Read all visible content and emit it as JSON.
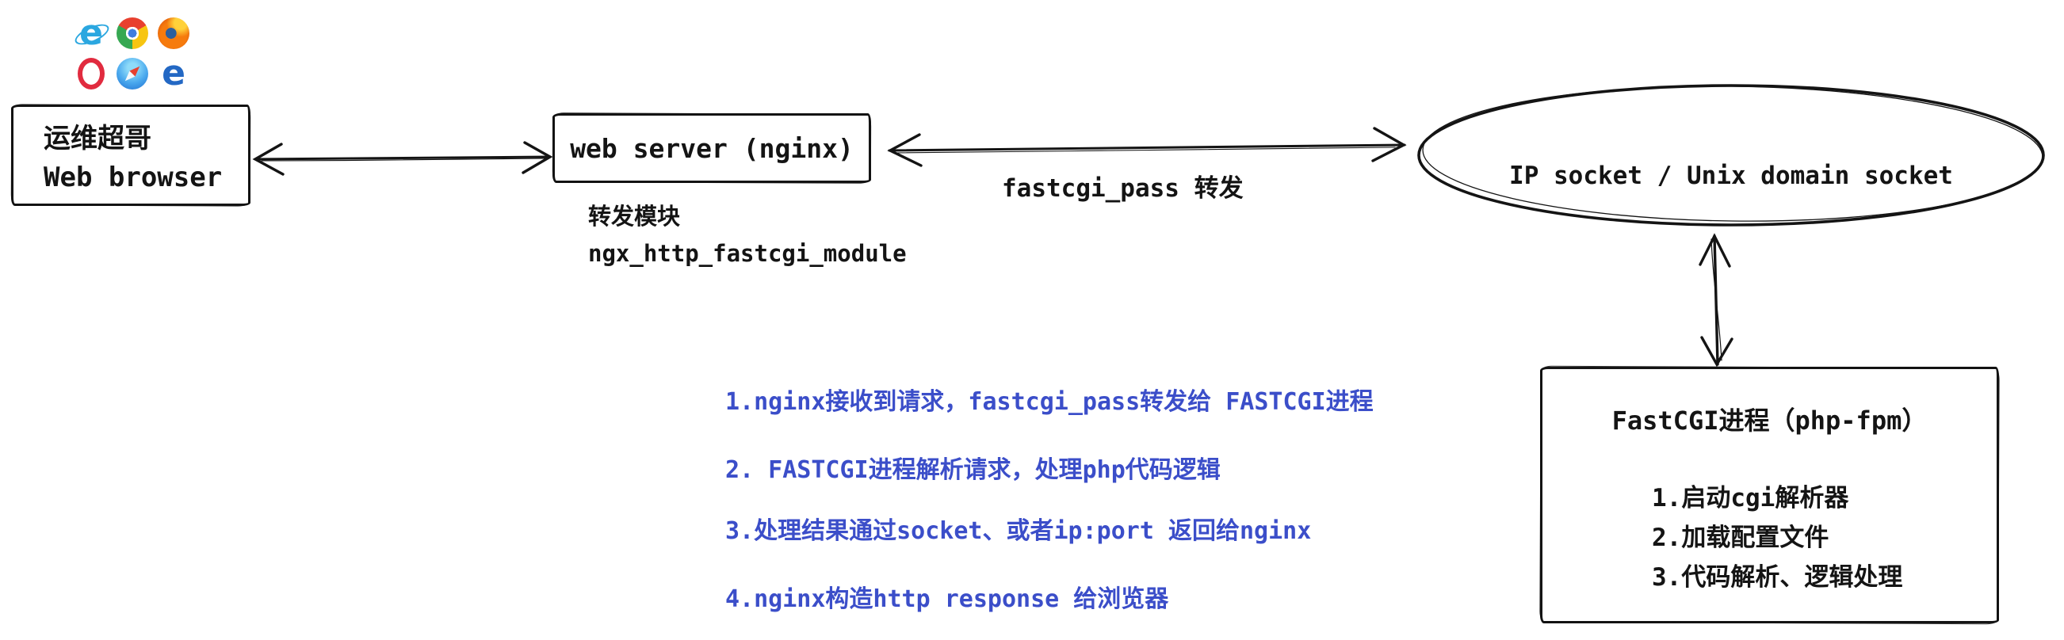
{
  "colors": {
    "ink": "#141414",
    "note_blue": "#3b4ec9"
  },
  "browser_icons": [
    "internet-explorer",
    "chrome",
    "firefox",
    "opera",
    "safari",
    "edge"
  ],
  "diagram": {
    "client": {
      "line1": "运维超哥",
      "line2": "Web browser"
    },
    "web_server": {
      "label": "web server (nginx)"
    },
    "module": {
      "line1": "转发模块",
      "line2": "ngx_http_fastcgi_module"
    },
    "edge_label": "fastcgi_pass 转发",
    "socket": {
      "label": "IP socket / Unix domain socket"
    },
    "fastcgi": {
      "title": "FastCGI进程（php-fpm）",
      "steps": [
        "1.启动cgi解析器",
        "2.加载配置文件",
        "3.代码解析、逻辑处理"
      ]
    }
  },
  "notes": [
    "1.nginx接收到请求，fastcgi_pass转发给 FASTCGI进程",
    "2. FASTCGI进程解析请求，处理php代码逻辑",
    "3.处理结果通过socket、或者ip:port 返回给nginx",
    "4.nginx构造http response 给浏览器"
  ]
}
